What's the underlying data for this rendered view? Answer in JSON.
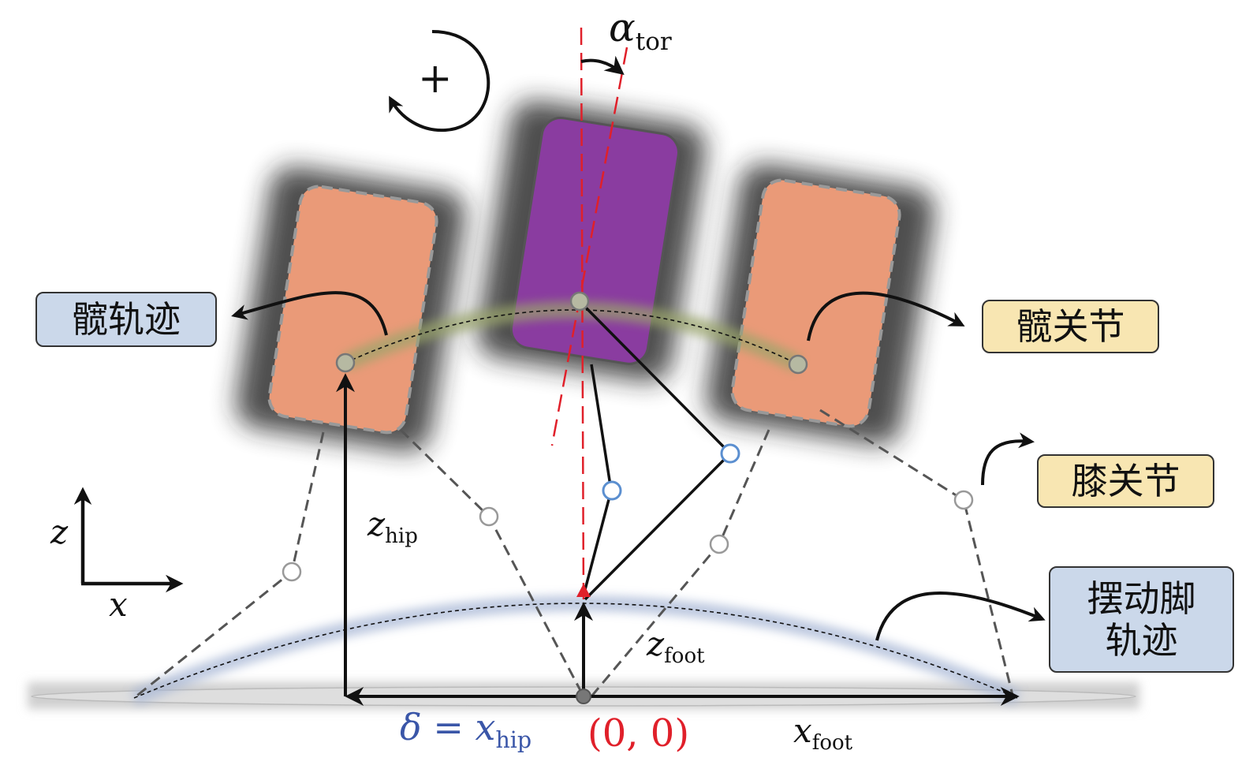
{
  "labels": {
    "hip_trajectory": "髋轨迹",
    "hip_joint": "髋关节",
    "knee_joint": "膝关节",
    "swing_foot_traj_line1": "摆动脚",
    "swing_foot_traj_line2": "轨迹"
  },
  "symbols": {
    "plus": "+",
    "alpha": "α",
    "alpha_sub": "tor",
    "z_axis": "z",
    "x_axis": "x",
    "z_hip": "z",
    "z_hip_sub": "hip",
    "z_foot": "z",
    "z_foot_sub": "foot",
    "x_foot": "x",
    "x_foot_sub": "foot",
    "delta_lhs": "δ = x",
    "delta_sub": "hip",
    "origin": "(0, 0)"
  },
  "colors": {
    "torso": "#8a3ca0",
    "thigh": "#ea9a78",
    "hip_label_bg": "#cbd8ea",
    "joint_label_bg": "#f8e6b2",
    "red": "#e0202a",
    "blue_text": "#3a56a8"
  }
}
